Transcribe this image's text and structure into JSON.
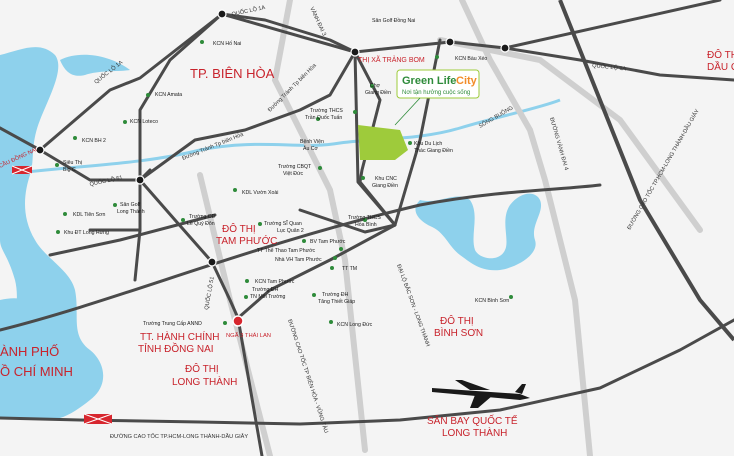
{
  "map": {
    "cities": [
      {
        "id": "bien-hoa",
        "text": "TP. BIÊN HÒA"
      },
      {
        "id": "trang-bom",
        "text": "THỊ XÃ TRẢNG BOM"
      },
      {
        "id": "do-thi-tam-phuoc-1",
        "text": "ĐÔ THỊ"
      },
      {
        "id": "do-thi-tam-phuoc-2",
        "text": "TAM PHƯỚC"
      },
      {
        "id": "do-thi-binh-son-1",
        "text": "ĐÔ THỊ"
      },
      {
        "id": "do-thi-binh-son-2",
        "text": "BÌNH SƠN"
      },
      {
        "id": "do-thi-long-thanh-1",
        "text": "ĐÔ THỊ"
      },
      {
        "id": "do-thi-long-thanh-2",
        "text": "LONG THÀNH"
      },
      {
        "id": "tt-hanh-chinh-1",
        "text": "TT. HÀNH CHÍNH"
      },
      {
        "id": "tt-hanh-chinh-2",
        "text": "TỈNH ĐỒNG NAI"
      },
      {
        "id": "san-bay-1",
        "text": "SÂN BAY QUỐC TẾ"
      },
      {
        "id": "san-bay-2",
        "text": "LONG THÀNH"
      },
      {
        "id": "hcm-1",
        "text": "ÀNH PHỐ"
      },
      {
        "id": "hcm-2",
        "text": "Ồ CHÍ MINH"
      },
      {
        "id": "dau-giay-1",
        "text": "ĐÔ TH"
      },
      {
        "id": "dau-giay-2",
        "text": "DẦU GI"
      },
      {
        "id": "nga3-thai-lan",
        "text": "NGÃ 3 THÁI LAN"
      }
    ],
    "roads": [
      {
        "id": "ql1a-top",
        "text": "QUỐC LỘ 1A"
      },
      {
        "id": "ql1a-right",
        "text": "QUỐC LỘ 1A"
      },
      {
        "id": "ql1a-left",
        "text": "QUỐC LỘ 1A"
      },
      {
        "id": "ql51-left",
        "text": "QUỐC LỘ 51"
      },
      {
        "id": "ql51-vert",
        "text": "QUỐC LỘ 51"
      },
      {
        "id": "vd3",
        "text": "VÀNH ĐAI 3"
      },
      {
        "id": "vd4",
        "text": "ĐƯỜNG VÀNH ĐAI 4"
      },
      {
        "id": "song-buong",
        "text": "SÔNG BUÔNG"
      },
      {
        "id": "cao-toc-hcm-dg",
        "text": "ĐƯỜNG CAO TỐC TP.HCM-LONG THÀNH-DẦU GIÂY"
      },
      {
        "id": "cao-toc-bottom",
        "text": "ĐƯỜNG CAO TỐC TP.HCM-LONG THÀNH-DẦU GIÂY"
      },
      {
        "id": "cao-toc-bh-vt",
        "text": "ĐƯỜNG CAO TỐC TP BIÊN HÒA - VŨNG TÀU"
      },
      {
        "id": "dai-lo",
        "text": "ĐẠI LỘ BẮC SƠN - LONG THÀNH"
      },
      {
        "id": "tranh-bh-1",
        "text": "Đường Tránh Tp biên Hòa"
      },
      {
        "id": "tranh-bh-2",
        "text": "Đường Tránh Tp biên Hòa"
      },
      {
        "id": "cau-dong-nai",
        "text": "CẦU ĐỒNG NAI"
      }
    ],
    "places": [
      {
        "id": "san-golf-dong-nai",
        "text": "Sân Golf Đồng Nai"
      },
      {
        "id": "kcn-ho-nai",
        "text": "KCN Hố Nai"
      },
      {
        "id": "kcn-bau-xeo",
        "text": "KCN Bàu Xéo"
      },
      {
        "id": "cho-giang-dien-1",
        "text": "Chợ"
      },
      {
        "id": "cho-giang-dien-2",
        "text": "Giang Điền"
      },
      {
        "id": "kcn-amata",
        "text": "KCN Amata"
      },
      {
        "id": "kcn-loteco",
        "text": "KCN Loteco"
      },
      {
        "id": "thcs-tqt-1",
        "text": "Trường THCS"
      },
      {
        "id": "thcs-tqt-2",
        "text": "Trần Quốc Tuấn"
      },
      {
        "id": "kcn-bh2",
        "text": "KCN BH 2"
      },
      {
        "id": "bv-au-co-1",
        "text": "Bệnh Viện"
      },
      {
        "id": "bv-au-co-2",
        "text": "Âu Cơ"
      },
      {
        "id": "khu-du-lich-1",
        "text": "Khu Du Lịch"
      },
      {
        "id": "khu-du-lich-2",
        "text": "Thác Giang Điền"
      },
      {
        "id": "sieu-thi-1",
        "text": "Siêu Thị"
      },
      {
        "id": "sieu-thi-2",
        "text": "Big C"
      },
      {
        "id": "cbqt-1",
        "text": "Trường CBQT"
      },
      {
        "id": "cbqt-2",
        "text": "Việt Đức"
      },
      {
        "id": "kcn-cnc-1",
        "text": "Khu CNC"
      },
      {
        "id": "kcn-cnc-2",
        "text": "Giang Điền"
      },
      {
        "id": "kdl-vuon-xoai",
        "text": "KDL Vườn Xoài"
      },
      {
        "id": "golf-lt-1",
        "text": "Sân Golf"
      },
      {
        "id": "golf-lt-2",
        "text": "Long Thành"
      },
      {
        "id": "kdl-tien-son",
        "text": "KDL Tiên Sơn"
      },
      {
        "id": "cd-lqd-1",
        "text": "Trường CĐ"
      },
      {
        "id": "cd-lqd-2",
        "text": "Lê Quý Đôn"
      },
      {
        "id": "sq-lq2-1",
        "text": "Trường SĨ Quan"
      },
      {
        "id": "sq-lq2-2",
        "text": "Lục Quân 2"
      },
      {
        "id": "thcs-hb-1",
        "text": "Trường THCS"
      },
      {
        "id": "thcs-hb-2",
        "text": "Hòa Bình"
      },
      {
        "id": "khu-dt-lh",
        "text": "Khu ĐT Long Hưng"
      },
      {
        "id": "bv-tam-phuoc",
        "text": "BV Tam Phước"
      },
      {
        "id": "tt-the-thao",
        "text": "TT Thể Thao Tam Phước"
      },
      {
        "id": "nha-vh",
        "text": "Nhà VH Tam Phước"
      },
      {
        "id": "tt-tm",
        "text": "TT TM"
      },
      {
        "id": "kcn-tam-phuoc",
        "text": "KCN Tam Phước"
      },
      {
        "id": "dh-tnmt-1",
        "text": "Trường ĐH"
      },
      {
        "id": "dh-tnmt-2",
        "text": "TN Môi Trường"
      },
      {
        "id": "dh-ttg-1",
        "text": "Trường ĐH"
      },
      {
        "id": "dh-ttg-2",
        "text": "Tăng Thiết Giáp"
      },
      {
        "id": "kcn-binh-son",
        "text": "KCN Bình Sơn"
      },
      {
        "id": "trung-cap-annd",
        "text": "Trường Trung Cấp ANND"
      },
      {
        "id": "kcn-long-duc",
        "text": "KCN Long Đức"
      }
    ],
    "logo": {
      "brand_green": "Green Life",
      "brand_orange": "City",
      "tagline": "Nơi tận hưởng cuộc sống"
    },
    "colors": {
      "water": "#8ed1ec",
      "road": "#4a4a4a",
      "road_light": "#cfcfcf",
      "project": "#9ecb3b",
      "text_red": "#c8232c",
      "marker": "#d7262e",
      "dot": "#2e8b3a"
    }
  }
}
